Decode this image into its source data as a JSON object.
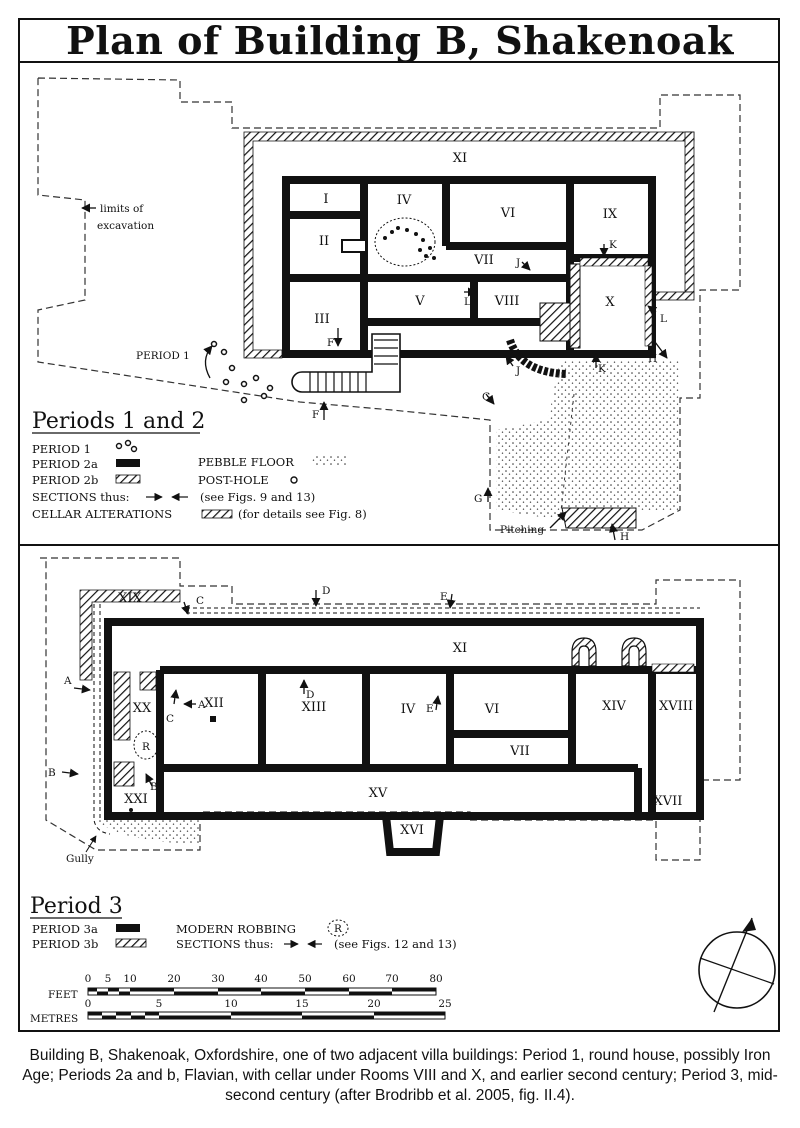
{
  "title": "Plan of Building B, Shakenoak",
  "panel1": {
    "heading": "Periods 1 and 2",
    "rooms": [
      "XI",
      "I",
      "IV",
      "VI",
      "IX",
      "II",
      "VII",
      "III",
      "V",
      "VIII",
      "X"
    ],
    "section_letters": [
      "F",
      "F",
      "G",
      "G",
      "H",
      "H",
      "J",
      "J",
      "K",
      "K",
      "L",
      "L"
    ],
    "annotations": {
      "limits": "limits of excavation",
      "limits_line1": "limits of",
      "limits_line2": "excavation",
      "period1": "PERIOD 1",
      "pitching": "Pitching"
    },
    "legend": {
      "period1": "PERIOD 1",
      "period2a": "PERIOD 2a",
      "period2b": "PERIOD 2b",
      "sections": "SECTIONS thus:",
      "sections_ref": "(see Figs. 9 and 13)",
      "cellar": "CELLAR ALTERATIONS",
      "cellar_ref": "(for details see Fig. 8)",
      "pebble": "PEBBLE FLOOR",
      "posthole": "POST-HOLE"
    }
  },
  "panel2": {
    "heading": "Period 3",
    "rooms": [
      "XIX",
      "XI",
      "XII",
      "XIII",
      "IV",
      "VI",
      "XIV",
      "XVIII",
      "VII",
      "XX",
      "R",
      "XXI",
      "XV",
      "XVII",
      "XVI"
    ],
    "section_letters": [
      "A",
      "A",
      "B",
      "B",
      "C",
      "C",
      "D",
      "D",
      "E",
      "E"
    ],
    "annotations": {
      "gully": "Gully"
    },
    "legend": {
      "period3a": "PERIOD 3a",
      "period3b": "PERIOD 3b",
      "robbing": "MODERN ROBBING",
      "robbing_symbol": "R",
      "sections": "SECTIONS thus:",
      "sections_ref": "(see Figs. 12 and 13)"
    }
  },
  "scale": {
    "feet_label": "FEET",
    "metres_label": "METRES",
    "feet_ticks": [
      "0",
      "5",
      "10",
      "20",
      "30",
      "40",
      "50",
      "60",
      "70",
      "80"
    ],
    "metre_ticks": [
      "0",
      "5",
      "10",
      "15",
      "20",
      "25"
    ]
  },
  "caption": "Building B, Shakenoak, Oxfordshire, one of two adjacent villa buildings: Period 1, round house, possibly Iron Age; Periods 2a and b, Flavian, with cellar under Rooms VIII and X, and earlier second century; Period 3, mid-second century (after Brodribb et al. 2005, fig. II.4)."
}
